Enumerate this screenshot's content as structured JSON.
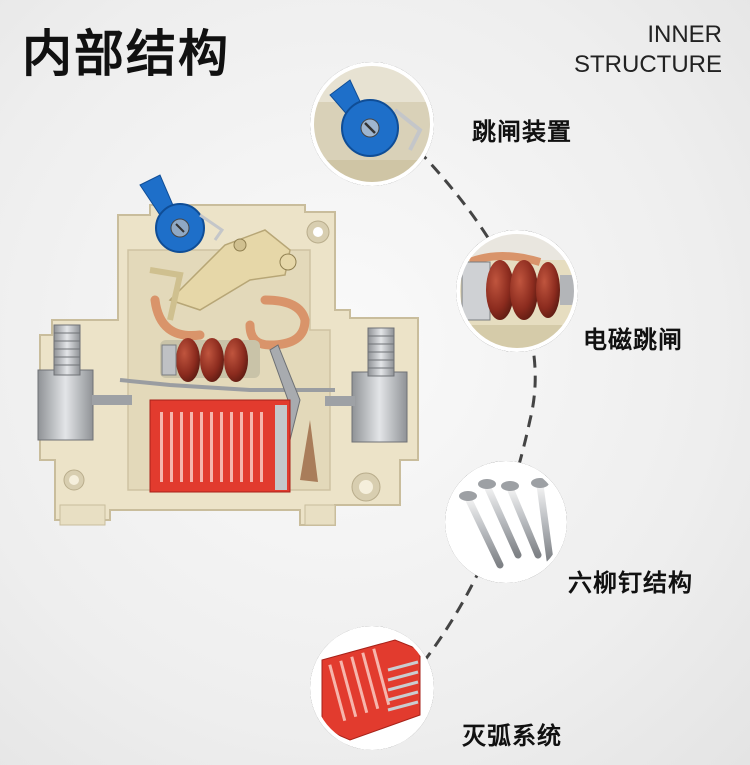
{
  "header": {
    "title_cn": "内部结构",
    "title_en_line1": "INNER",
    "title_en_line2": "STRUCTURE"
  },
  "callouts": [
    {
      "label": "跳闸装置",
      "icon": "trip-device"
    },
    {
      "label": "电磁跳闸",
      "icon": "electromagnetic-coil"
    },
    {
      "label": "六柳钉结构",
      "icon": "rivets"
    },
    {
      "label": "灭弧系统",
      "icon": "arc-chute"
    }
  ],
  "colors": {
    "housing": "#ece3c8",
    "blue_lever": "#1e6fc9",
    "coil": "#8b2b1e",
    "arc_chute": "#e23b2e",
    "copper": "#d9946a",
    "metal": "#b9bcc0",
    "dash": "#444444"
  }
}
